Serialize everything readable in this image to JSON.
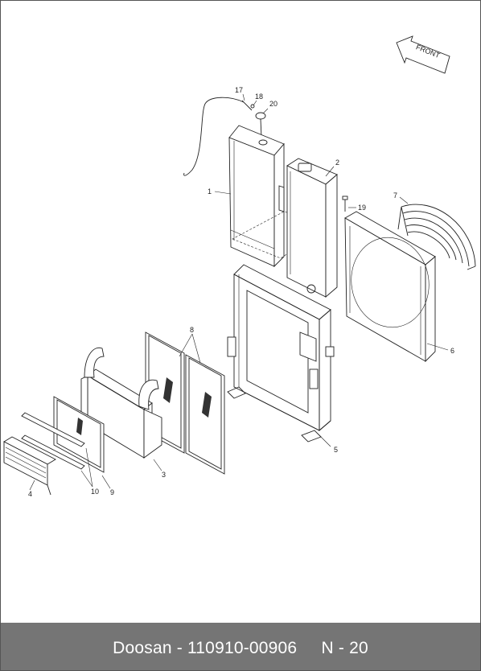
{
  "diagram": {
    "direction_label": "FRONT",
    "callouts": {
      "c1": "1",
      "c2": "2",
      "c3": "3",
      "c4": "4",
      "c5": "5",
      "c6": "6",
      "c7": "7",
      "c8": "8",
      "c9": "9",
      "c10": "10",
      "c17": "17",
      "c18": "18",
      "c19": "19",
      "c20": "20"
    }
  },
  "footer": {
    "text": "Doosan - 110910-00906     N - 20"
  }
}
